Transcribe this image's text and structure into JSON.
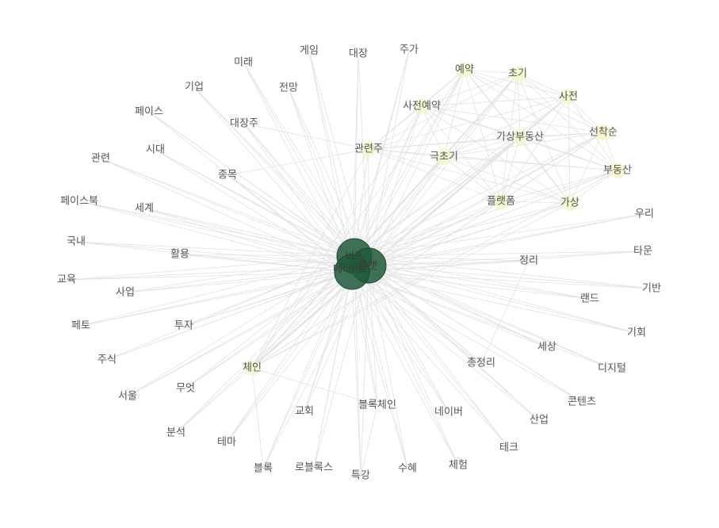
{
  "graph": {
    "hubs": [
      {
        "label": "비즈"
      },
      {
        "label": "플랫"
      },
      {
        "label": "메타버스"
      }
    ],
    "nodes": [
      {
        "label": "게임"
      },
      {
        "label": "대장"
      },
      {
        "label": "주가"
      },
      {
        "label": "미래"
      },
      {
        "label": "예약"
      },
      {
        "label": "초기"
      },
      {
        "label": "기업"
      },
      {
        "label": "전망"
      },
      {
        "label": "사전"
      },
      {
        "label": "페이스"
      },
      {
        "label": "사전예약"
      },
      {
        "label": "대장주"
      },
      {
        "label": "선착순"
      },
      {
        "label": "가상부동산"
      },
      {
        "label": "시대"
      },
      {
        "label": "관련주"
      },
      {
        "label": "관련"
      },
      {
        "label": "극초기"
      },
      {
        "label": "부동산"
      },
      {
        "label": "종목"
      },
      {
        "label": "페이스북"
      },
      {
        "label": "플랫폼"
      },
      {
        "label": "가상"
      },
      {
        "label": "세계"
      },
      {
        "label": "우리"
      },
      {
        "label": "국내"
      },
      {
        "label": "활용"
      },
      {
        "label": "타운"
      },
      {
        "label": "정리"
      },
      {
        "label": "교육"
      },
      {
        "label": "기반"
      },
      {
        "label": "사업"
      },
      {
        "label": "랜드"
      },
      {
        "label": "페토"
      },
      {
        "label": "투자"
      },
      {
        "label": "기회"
      },
      {
        "label": "세상"
      },
      {
        "label": "주식"
      },
      {
        "label": "총정리"
      },
      {
        "label": "디지털"
      },
      {
        "label": "체인"
      },
      {
        "label": "무엇"
      },
      {
        "label": "서울"
      },
      {
        "label": "콘텐츠"
      },
      {
        "label": "블록체인"
      },
      {
        "label": "교회"
      },
      {
        "label": "네이버"
      },
      {
        "label": "산업"
      },
      {
        "label": "분석"
      },
      {
        "label": "테마"
      },
      {
        "label": "테크"
      },
      {
        "label": "블록"
      },
      {
        "label": "로블록스"
      },
      {
        "label": "수혜"
      },
      {
        "label": "체험"
      },
      {
        "label": "특강"
      }
    ],
    "highlighted": [
      "예약",
      "초기",
      "사전",
      "사전예약",
      "선착순",
      "가상부동산",
      "극초기",
      "부동산",
      "플랫폼",
      "가상",
      "관련주",
      "체인"
    ],
    "colors": {
      "hub": "#1f5a3c",
      "edge": "#e2e2e2",
      "halo": "#f3f7c4",
      "label": "#555555"
    }
  }
}
